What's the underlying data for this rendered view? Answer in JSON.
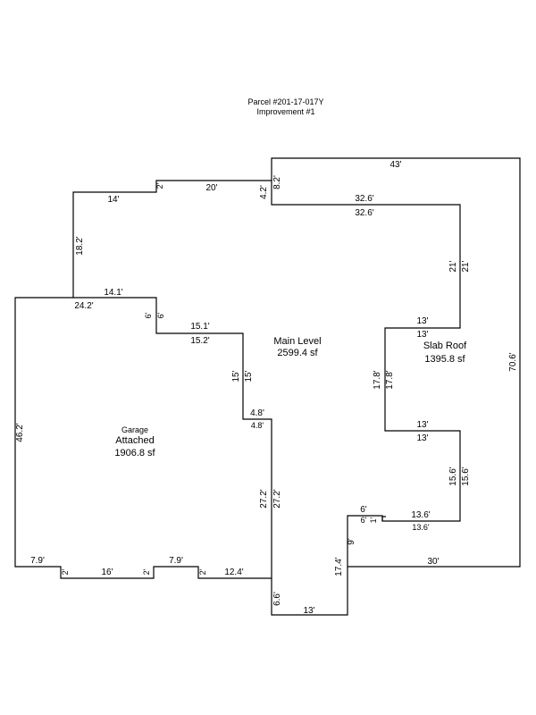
{
  "header": {
    "parcel": "Parcel #201-17-017Y",
    "improvement": "Improvement #1"
  },
  "areas": {
    "main": {
      "name": "Main Level",
      "area": "2599.4 sf"
    },
    "slab": {
      "name": "Slab Roof",
      "area": "1395.8 sf"
    },
    "garage": {
      "line1": "Garage",
      "line2": "Attached",
      "area": "1906.8 sf"
    }
  },
  "dims": {
    "d43": "43'",
    "d8_2": "8.2'",
    "d4_2": "4.2'",
    "d20": "20'",
    "d2_top": "2'",
    "d14": "14'",
    "d18_2": "18.2'",
    "d32_6a": "32.6'",
    "d32_6b": "32.6'",
    "d21a": "21'",
    "d21b": "21'",
    "d70_6": "70.6'",
    "d13a": "13'",
    "d13b": "13'",
    "d17_8a": "17.8'",
    "d17_8b": "17.8'",
    "d13c": "13'",
    "d13d": "13'",
    "d15_6a": "15.6'",
    "d15_6b": "15.6'",
    "d13_6a": "13.6'",
    "d13_6b": "13.6'",
    "d6a": "6'",
    "d6b": "6'",
    "d1": "1'",
    "d9": "9'",
    "d30": "30'",
    "d17_4": "17.4'",
    "d13e": "13'",
    "d6_6": "6.6'",
    "d14_1": "14.1'",
    "d24_2": "24.2'",
    "d6c": "6'",
    "d6d": "6'",
    "d15_1": "15.1'",
    "d15_2": "15.2'",
    "d15a": "15'",
    "d15b": "15'",
    "d4_8a": "4.8'",
    "d4_8b": "4.8'",
    "d27_2a": "27.2'",
    "d27_2b": "27.2'",
    "d46_2": "46.2'",
    "d7_9a": "7.9'",
    "d2a": "2'",
    "d16": "16'",
    "d2b": "2'",
    "d7_9b": "7.9'",
    "d2c": "2'",
    "d12_4": "12.4'"
  }
}
